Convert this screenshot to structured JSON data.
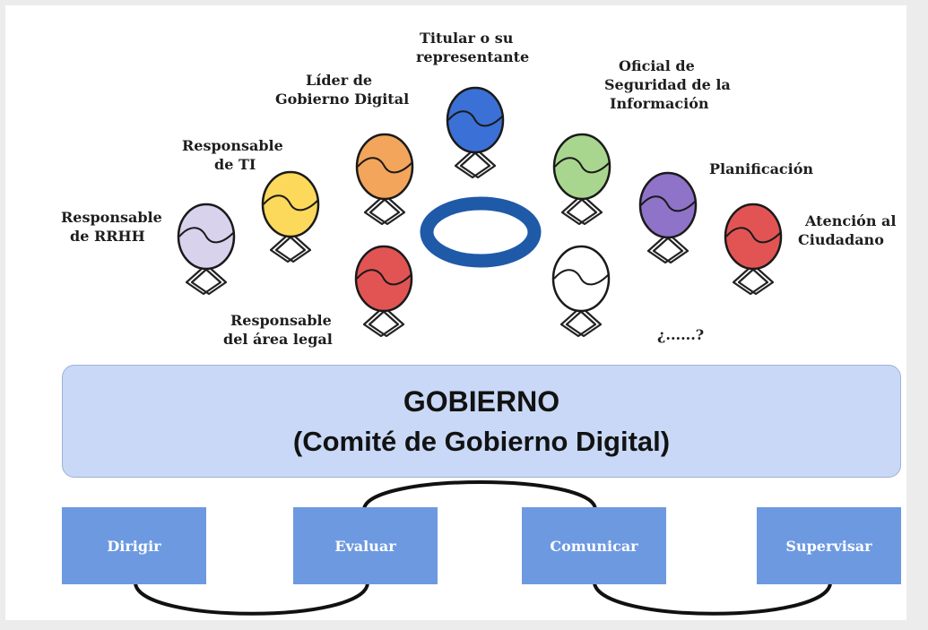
{
  "participants": [
    {
      "id": "rrhh",
      "lines": [
        "Responsable",
        "de RRHH"
      ],
      "color": "#d8d2ec"
    },
    {
      "id": "ti",
      "lines": [
        "Responsable",
        "de TI"
      ],
      "color": "#fcd95a"
    },
    {
      "id": "gobdig",
      "lines": [
        "Líder de",
        "Gobierno Digital"
      ],
      "color": "#f3a55b"
    },
    {
      "id": "titular",
      "lines": [
        "Titular o su",
        "representante"
      ],
      "color": "#3b70d6"
    },
    {
      "id": "seguridad",
      "lines": [
        "Oficial de",
        "Seguridad de la",
        "Información"
      ],
      "color": "#a9d68f"
    },
    {
      "id": "plan",
      "lines": [
        "Planificación"
      ],
      "color": "#8e73c8"
    },
    {
      "id": "atencion",
      "lines": [
        "Atención al",
        "Ciudadano"
      ],
      "color": "#e25454"
    },
    {
      "id": "legal",
      "lines": [
        "Responsable",
        "del área legal"
      ],
      "color": "#e25454"
    },
    {
      "id": "otro",
      "lines": [
        "¿......?"
      ],
      "color": "#ffffff"
    }
  ],
  "ring_color": "#1f5aa8",
  "governance": {
    "title": "GOBIERNO",
    "subtitle": "(Comité de Gobierno Digital)",
    "fill_color": "#c8d8f6"
  },
  "functions": [
    "Dirigir",
    "Evaluar",
    "Comunicar",
    "Supervisar"
  ],
  "function_color": "#6d99e1"
}
